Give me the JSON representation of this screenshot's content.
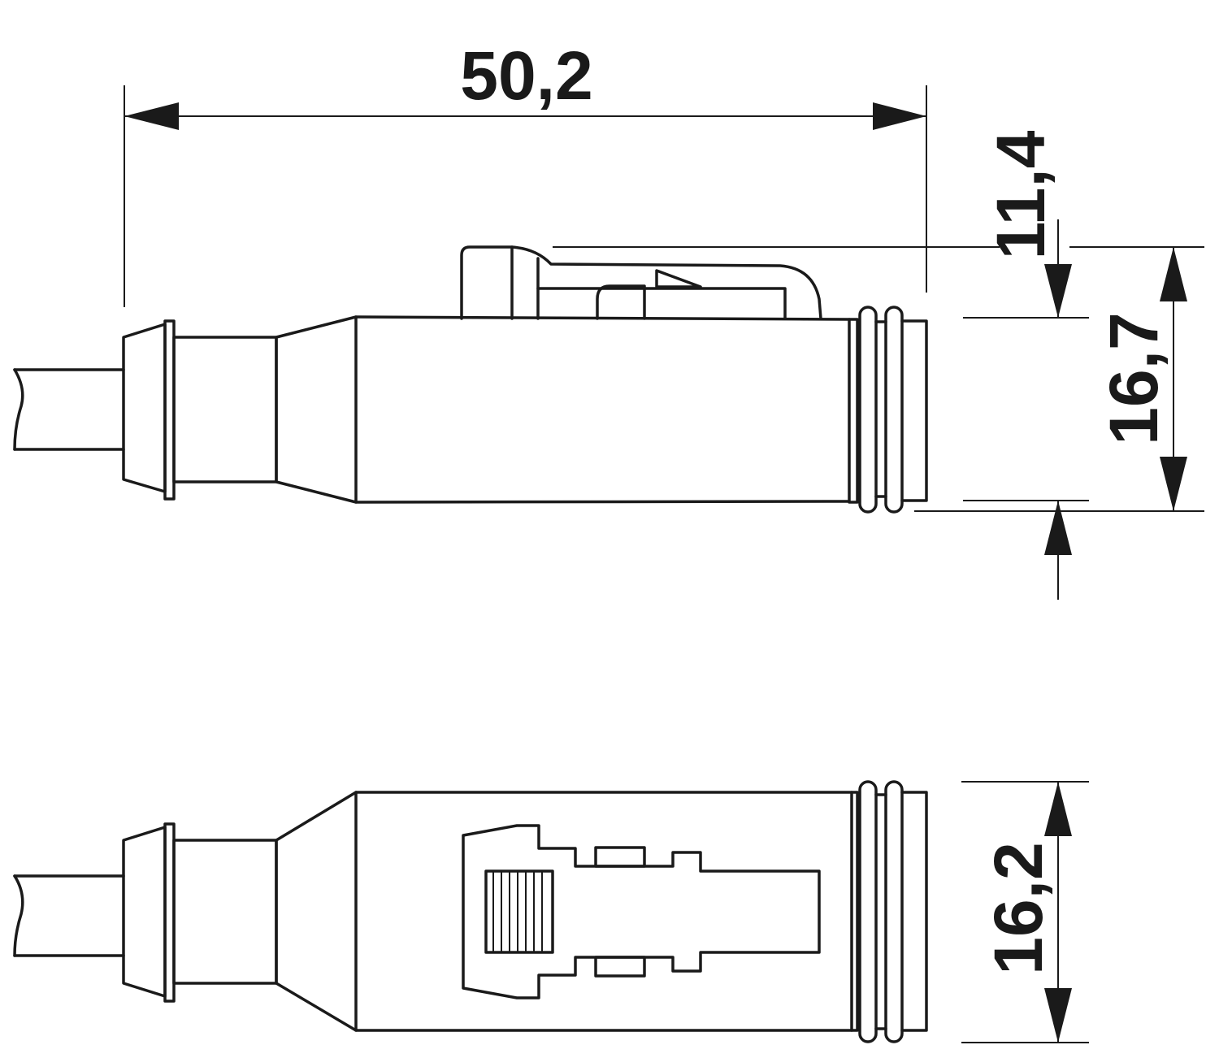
{
  "drawing": {
    "dimensions": {
      "overall_length": "50,2",
      "latch_height": "11,4",
      "side_height": "16,7",
      "top_width": "16,2"
    }
  }
}
